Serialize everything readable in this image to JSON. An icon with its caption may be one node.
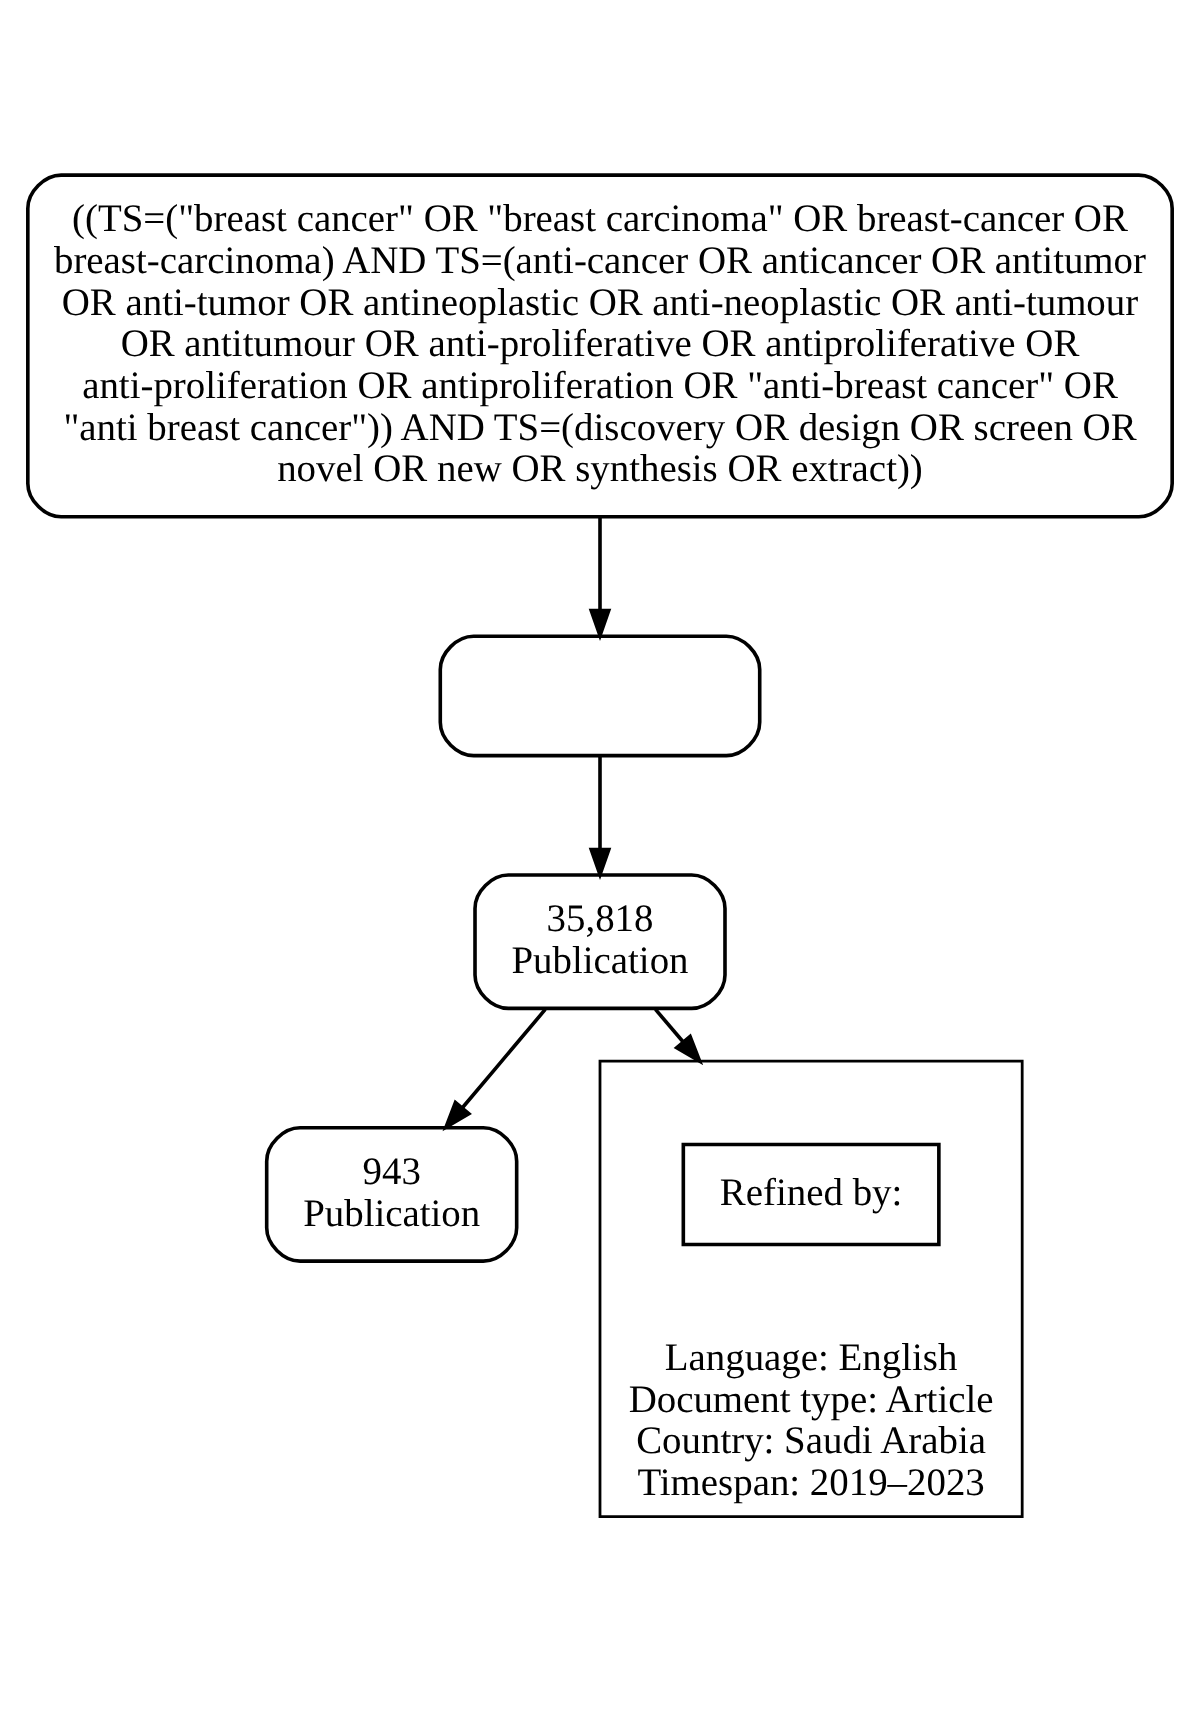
{
  "diagram": {
    "nodes": [
      {
        "text": [
          "((TS=(\"breast cancer\" OR \"breast carcinoma\" OR breast-cancer OR breast-carcinoma) AND TS=(anti-cancer OR anticancer OR antitumor OR anti-tumor OR antineoplastic OR anti-neoplastic OR anti-tumour OR antitumour OR anti-proliferative OR antiproliferative OR anti-proliferation OR antiproliferation OR \"anti-breast cancer\" OR \"anti breast cancer\")) AND TS=(discovery OR design OR screen OR novel OR new OR synthesis OR extract))"
        ]
      },
      {
        "text": [],
        "shape": "box"
      },
      {
        "text": [
          "35,818 Publication"
        ]
      },
      {
        "text": [
          "943 Publication"
        ]
      },
      {
        "text": [
          "Language: English",
          "Document type: Article",
          "Country: Saudi Arabia",
          "Timespan: 2019–2023"
        ]
      },
      {
        "text": [
          "Refined by:"
        ],
        "in": 4
      }
    ],
    "edges": [
      {
        "from": 0,
        "to": 1,
        "arrow": "to"
      },
      {
        "from": 1,
        "to": 2,
        "arrow": "to"
      },
      {
        "from": 2,
        "to": 3,
        "arrow": "to"
      },
      {
        "from": 2,
        "to": 4,
        "arrow": "to"
      }
    ]
  }
}
